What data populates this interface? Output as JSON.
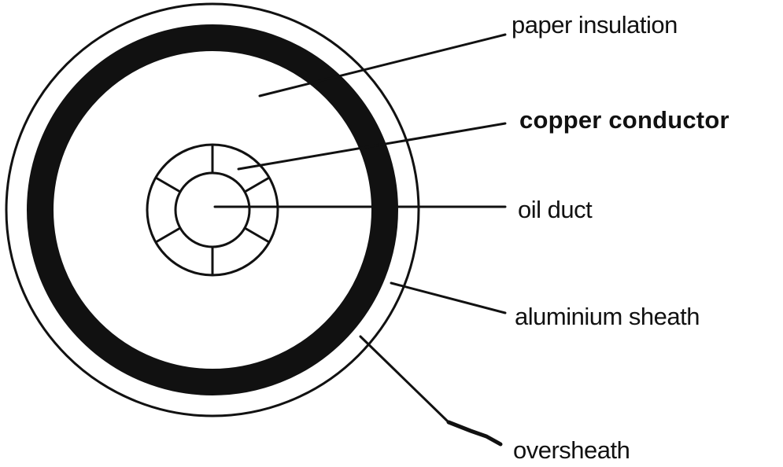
{
  "labels": {
    "paper_insulation": "paper insulation",
    "copper_conductor": "copper conductor",
    "oil_duct": "oil duct",
    "aluminium_sheath": "aluminium sheath",
    "oversheath": "oversheath"
  },
  "colors": {
    "ink": "#111111",
    "background": "#ffffff"
  }
}
